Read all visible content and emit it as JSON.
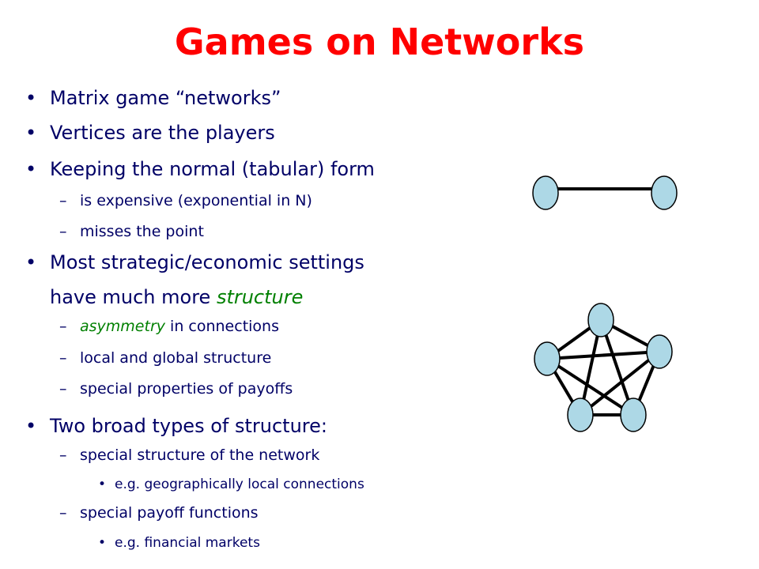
{
  "slide": {
    "title": "Games on Networks",
    "bullets": {
      "b1": "Matrix game “networks”",
      "b2": "Vertices are the players",
      "b3": "Keeping the normal (tabular) form",
      "b3_sub1": "is expensive (exponential in N)",
      "b3_sub2": "misses the point",
      "b4_line1": "Most strategic/economic settings",
      "b4_line2_pre": "have much more ",
      "b4_line2_em": "structure",
      "b4_sub1_em": "asymmetry",
      "b4_sub1_rest": " in connections",
      "b4_sub2": "local and global structure",
      "b4_sub3": "special properties of payoffs",
      "b5": "Two broad types of structure:",
      "b5_sub1": "special structure of the network",
      "b5_sub1_sub1": "e.g. geographically local connections",
      "b5_sub2": "special payoff functions",
      "b5_sub2_sub1": "e.g. financial markets"
    },
    "bullet_symbol": "•",
    "dash_symbol": "–"
  },
  "colors": {
    "title": "#ff0000",
    "text": "#000066",
    "emphasis": "#008000",
    "node_fill": "#add8e6",
    "node_stroke": "#000000",
    "edge": "#000000"
  },
  "figures": [
    {
      "name": "two-node network",
      "nodes": 2,
      "edges": 1
    },
    {
      "name": "five-node complete network",
      "nodes": 5,
      "edges": 10
    }
  ]
}
